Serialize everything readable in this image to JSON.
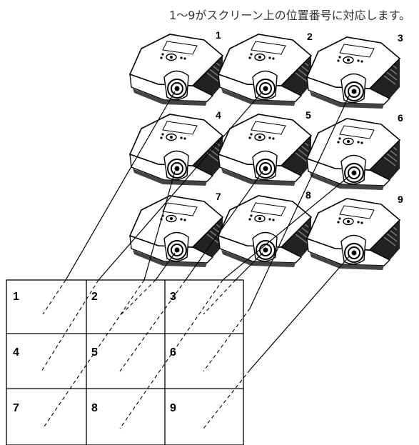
{
  "caption": "1〜9がスクリーン上の位置番号に対応します。",
  "projectors": [
    {
      "label": "1"
    },
    {
      "label": "2"
    },
    {
      "label": "3"
    },
    {
      "label": "4"
    },
    {
      "label": "5"
    },
    {
      "label": "6"
    },
    {
      "label": "7"
    },
    {
      "label": "8"
    },
    {
      "label": "9"
    }
  ],
  "screen_cells": [
    {
      "label": "1"
    },
    {
      "label": "2"
    },
    {
      "label": "3"
    },
    {
      "label": "4"
    },
    {
      "label": "5"
    },
    {
      "label": "6"
    },
    {
      "label": "7"
    },
    {
      "label": "8"
    },
    {
      "label": "9"
    }
  ],
  "colors": {
    "line": "#000000",
    "projector_body": "#ffffff",
    "projector_dark": "#1a1a1a"
  },
  "icons": {
    "projector": "projector-icon"
  }
}
